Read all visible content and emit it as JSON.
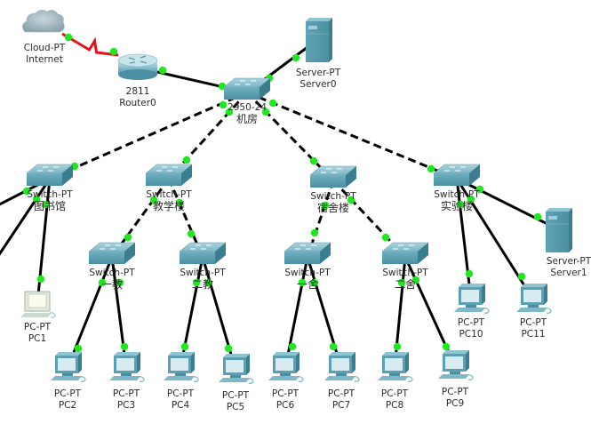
{
  "colors": {
    "link": "#000000",
    "serial_link": "#e0141a",
    "port_up": "#1fe81f",
    "device_body": "#5b9fb1",
    "device_top": "#8ec3d1",
    "device_side": "#3a7d8f"
  },
  "nodes": [
    {
      "id": "internet",
      "type": "cloud",
      "model": "Cloud-PT",
      "name": "Internet"
    },
    {
      "id": "router0",
      "type": "router",
      "model": "2811",
      "name": "Router0"
    },
    {
      "id": "server0",
      "type": "server",
      "model": "Server-PT",
      "name": "Server0"
    },
    {
      "id": "core",
      "type": "switch",
      "model": "2950-24",
      "name": "机房"
    },
    {
      "id": "sw_lib",
      "type": "switch",
      "model": "Switch-PT",
      "name": "图书馆"
    },
    {
      "id": "sw_teach",
      "type": "switch",
      "model": "Switch-PT",
      "name": "教学楼"
    },
    {
      "id": "sw_dorm",
      "type": "switch",
      "model": "Switch-PT",
      "name": "宿舍楼"
    },
    {
      "id": "sw_lab",
      "type": "switch",
      "model": "Switch-PT",
      "name": "实验楼"
    },
    {
      "id": "sw_t1",
      "type": "switch",
      "model": "Switch-PT",
      "name": "一教"
    },
    {
      "id": "sw_t2",
      "type": "switch",
      "model": "Switch-PT",
      "name": "二教"
    },
    {
      "id": "sw_d1",
      "type": "switch",
      "model": "Switch-PT",
      "name": "一舍"
    },
    {
      "id": "sw_d2",
      "type": "switch",
      "model": "Switch-PT",
      "name": "二舍"
    },
    {
      "id": "server1",
      "type": "server",
      "model": "Server-PT",
      "name": "Server1"
    },
    {
      "id": "pc1",
      "type": "pc",
      "model": "PC-PT",
      "name": "PC1"
    },
    {
      "id": "pc2",
      "type": "pc",
      "model": "PC-PT",
      "name": "PC2"
    },
    {
      "id": "pc3",
      "type": "pc",
      "model": "PC-PT",
      "name": "PC3"
    },
    {
      "id": "pc4",
      "type": "pc",
      "model": "PC-PT",
      "name": "PC4"
    },
    {
      "id": "pc5",
      "type": "pc",
      "model": "PC-PT",
      "name": "PC5"
    },
    {
      "id": "pc6",
      "type": "pc",
      "model": "PC-PT",
      "name": "PC6"
    },
    {
      "id": "pc7",
      "type": "pc",
      "model": "PC-PT",
      "name": "PC7"
    },
    {
      "id": "pc8",
      "type": "pc",
      "model": "PC-PT",
      "name": "PC8"
    },
    {
      "id": "pc9",
      "type": "pc",
      "model": "PC-PT",
      "name": "PC9"
    },
    {
      "id": "pc10",
      "type": "pc",
      "model": "PC-PT",
      "name": "PC10"
    },
    {
      "id": "pc11",
      "type": "pc",
      "model": "PC-PT",
      "name": "PC11"
    }
  ],
  "links": [
    {
      "from": "internet",
      "to": "router0",
      "style": "serial"
    },
    {
      "from": "router0",
      "to": "core",
      "style": "straight"
    },
    {
      "from": "core",
      "to": "server0",
      "style": "straight"
    },
    {
      "from": "core",
      "to": "sw_lib",
      "style": "crossover"
    },
    {
      "from": "core",
      "to": "sw_teach",
      "style": "crossover"
    },
    {
      "from": "core",
      "to": "sw_dorm",
      "style": "crossover"
    },
    {
      "from": "core",
      "to": "sw_lab",
      "style": "crossover"
    },
    {
      "from": "sw_teach",
      "to": "sw_t1",
      "style": "crossover"
    },
    {
      "from": "sw_teach",
      "to": "sw_t2",
      "style": "crossover"
    },
    {
      "from": "sw_dorm",
      "to": "sw_d1",
      "style": "crossover"
    },
    {
      "from": "sw_dorm",
      "to": "sw_d2",
      "style": "crossover"
    },
    {
      "from": "sw_lib",
      "to": "pc1",
      "style": "straight"
    },
    {
      "from": "sw_lib",
      "to": "offscreen_a",
      "style": "straight"
    },
    {
      "from": "sw_lib",
      "to": "offscreen_b",
      "style": "straight"
    },
    {
      "from": "sw_t1",
      "to": "pc2",
      "style": "straight"
    },
    {
      "from": "sw_t1",
      "to": "pc3",
      "style": "straight"
    },
    {
      "from": "sw_t2",
      "to": "pc4",
      "style": "straight"
    },
    {
      "from": "sw_t2",
      "to": "pc5",
      "style": "straight"
    },
    {
      "from": "sw_d1",
      "to": "pc6",
      "style": "straight"
    },
    {
      "from": "sw_d1",
      "to": "pc7",
      "style": "straight"
    },
    {
      "from": "sw_d2",
      "to": "pc8",
      "style": "straight"
    },
    {
      "from": "sw_d2",
      "to": "pc9",
      "style": "straight"
    },
    {
      "from": "sw_lab",
      "to": "pc10",
      "style": "straight"
    },
    {
      "from": "sw_lab",
      "to": "pc11",
      "style": "straight"
    },
    {
      "from": "sw_lab",
      "to": "server1",
      "style": "straight"
    }
  ]
}
